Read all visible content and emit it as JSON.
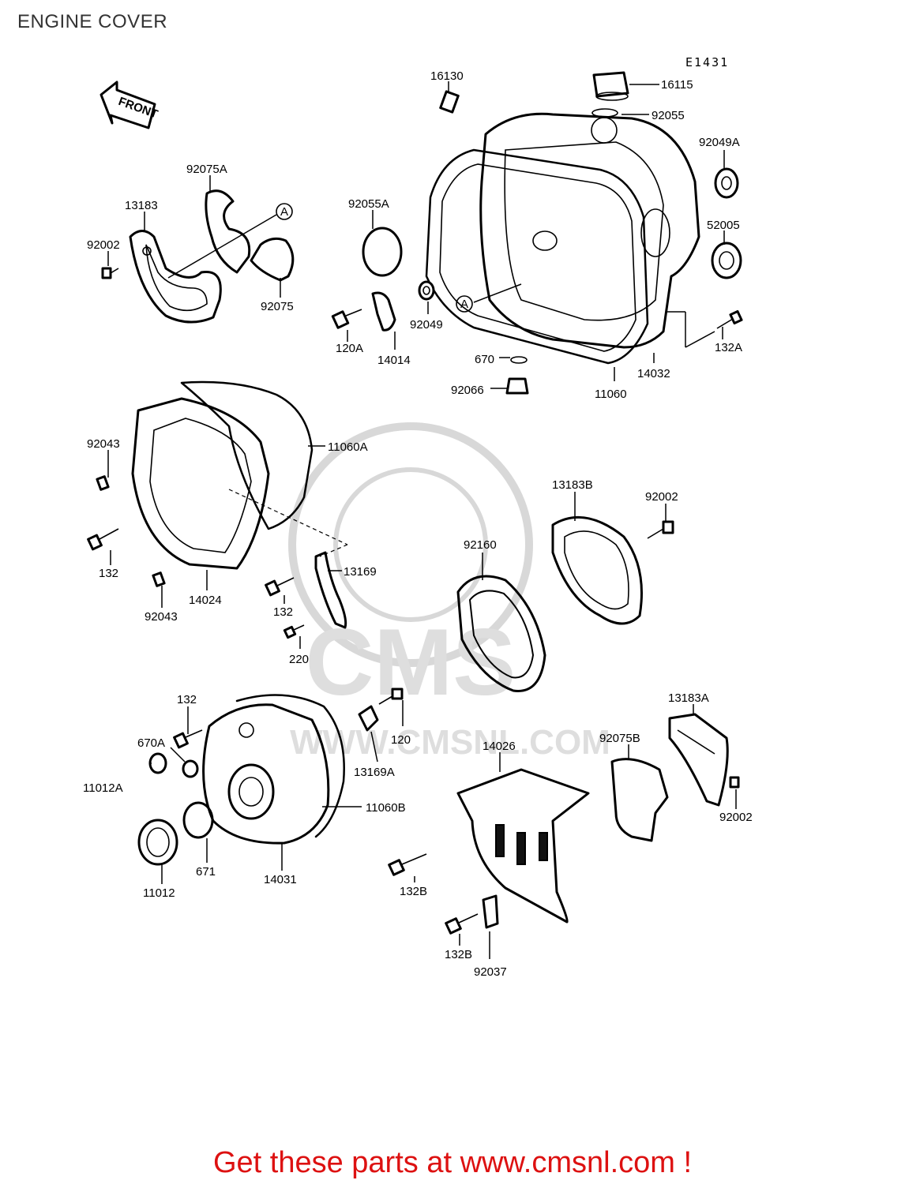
{
  "header": {
    "title": "ENGINE COVER"
  },
  "diagram_code": "E1431",
  "front_label": "FRONT",
  "ref_marker": "A",
  "watermark": {
    "text": "CMS",
    "url": "WWW.CMSNL.COM"
  },
  "parts": {
    "p16130": "16130",
    "p16115": "16115",
    "p92055": "92055",
    "p92049A": "92049A",
    "p92075A": "92075A",
    "p13183": "13183",
    "p92002_a": "92002",
    "p92075": "92075",
    "p92055A": "92055A",
    "p52005": "52005",
    "p120A": "120A",
    "p14014": "14014",
    "p92049": "92049",
    "p132A": "132A",
    "p14032": "14032",
    "p670": "670",
    "p92066": "92066",
    "p11060": "11060",
    "p11060A": "11060A",
    "p92043_a": "92043",
    "p132_a": "132",
    "p14024": "14024",
    "p92043_b": "92043",
    "p13169": "13169",
    "p132_b": "132",
    "p220": "220",
    "p13183B": "13183B",
    "p92002_b": "92002",
    "p92160": "92160",
    "p132_c": "132",
    "p670A": "670A",
    "p120": "120",
    "p13169A": "13169A",
    "p11012A": "11012A",
    "p11060B": "11060B",
    "p671": "671",
    "p11012": "11012",
    "p14031": "14031",
    "p14026": "14026",
    "p92075B": "92075B",
    "p13183A": "13183A",
    "p92002_c": "92002",
    "p132B_a": "132B",
    "p132B_b": "132B",
    "p92037": "92037"
  },
  "footer": {
    "cta": "Get these parts at www.cmsnl.com !"
  },
  "colors": {
    "footer": "#dd1111",
    "watermark": "#d8d8d8",
    "ink": "#000000"
  }
}
